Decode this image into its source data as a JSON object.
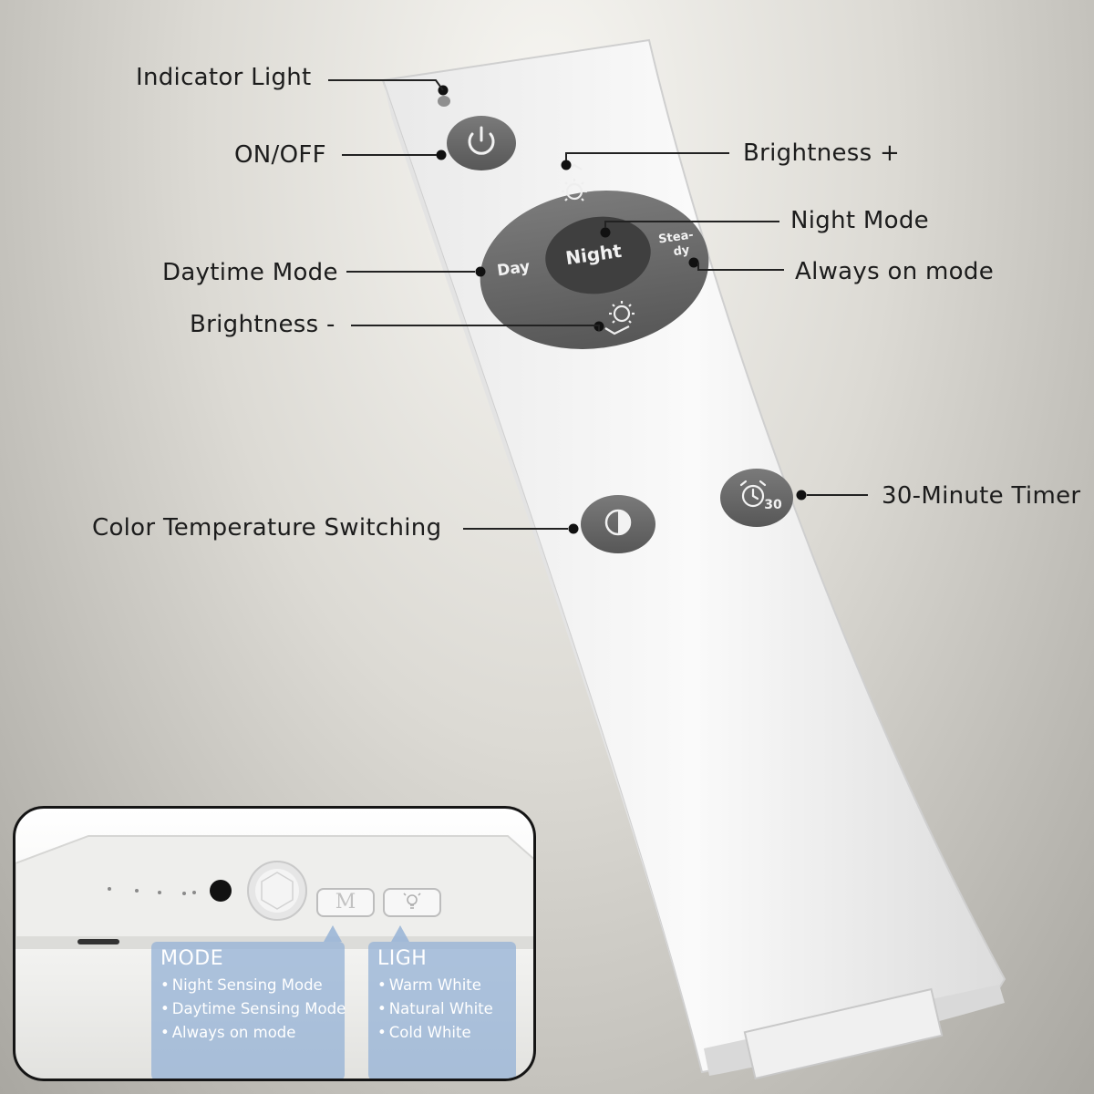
{
  "remote": {
    "center_button_label": "Night",
    "left_button_label": "Day",
    "right_button_label_line1": "Stea-",
    "right_button_label_line2": "dy",
    "timer_button_number": "30"
  },
  "callouts": {
    "indicator_light": "Indicator Light",
    "on_off": "ON/OFF",
    "brightness_plus": "Brightness +",
    "night_mode": "Night Mode",
    "daytime_mode": "Daytime Mode",
    "always_on_mode": "Always on mode",
    "brightness_minus": "Brightness -",
    "color_temperature": "Color Temperature Switching",
    "timer": "30-Minute Timer"
  },
  "inset": {
    "m_button_letter": "M",
    "mode_box": {
      "title": "MODE",
      "items": [
        "Night Sensing Mode",
        "Daytime Sensing Mode",
        "Always on mode"
      ]
    },
    "light_box": {
      "title": "LIGH",
      "items": [
        "Warm White",
        "Natural White",
        "Cold White"
      ]
    }
  },
  "colors": {
    "button_gray": "#6b6b6b",
    "remote_white": "#f4f4f4",
    "info_box_blue": "#97b3d6",
    "callout_black": "#222222"
  },
  "icons": {
    "power_button": "power-icon",
    "brightness_up": "sun-up-icon",
    "brightness_down": "sun-down-icon",
    "color_temp": "half-circle-icon",
    "timer": "alarm-clock-icon",
    "light_button": "bulb-icon"
  }
}
